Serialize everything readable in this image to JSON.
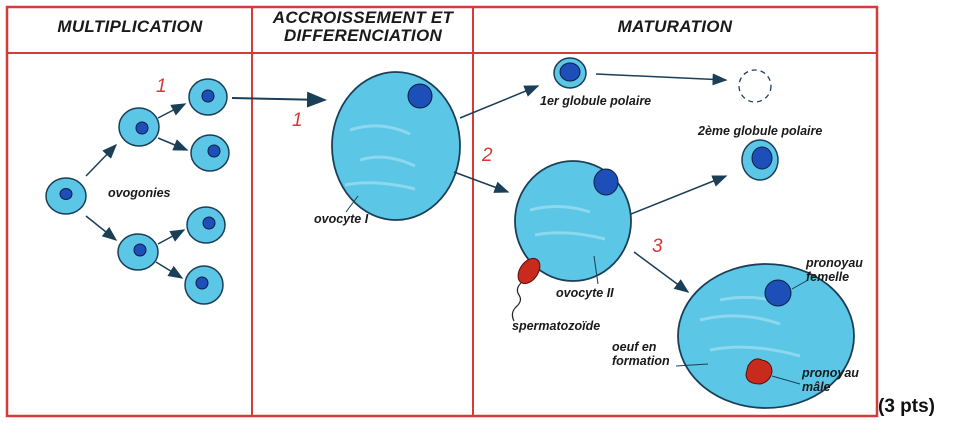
{
  "columns": {
    "multiplication": "MULTIPLICATION",
    "growth_line1": "ACCROISSEMENT ET",
    "growth_line2": "DIFFERENCIATION",
    "maturation": "MATURATION"
  },
  "labels": {
    "ovogonies": "ovogonies",
    "ovocyte1": "ovocyte I",
    "globule1": "1er globule polaire",
    "globule2": "2ème globule polaire",
    "ovocyte2": "ovocyte II",
    "spermatozoide": "spermatozoïde",
    "oeuf_line1": "oeuf en",
    "oeuf_line2": "formation",
    "pronoyau_f_line1": "pronoyau",
    "pronoyau_f_line2": "femelle",
    "pronoyau_m_line1": "pronoyau",
    "pronoyau_m_line2": "mâle"
  },
  "step_numbers": {
    "n1_multiplication": "1",
    "n1_growth": "1",
    "n2": "2",
    "n3": "3"
  },
  "points": "(3 pts)",
  "colors": {
    "frame": "#d63a3a",
    "cell_fill": "#5cc6e6",
    "cell_stroke": "#1b3f57",
    "nucleus": "#1d4fb8",
    "male_pronucleus": "#c82a1e"
  }
}
